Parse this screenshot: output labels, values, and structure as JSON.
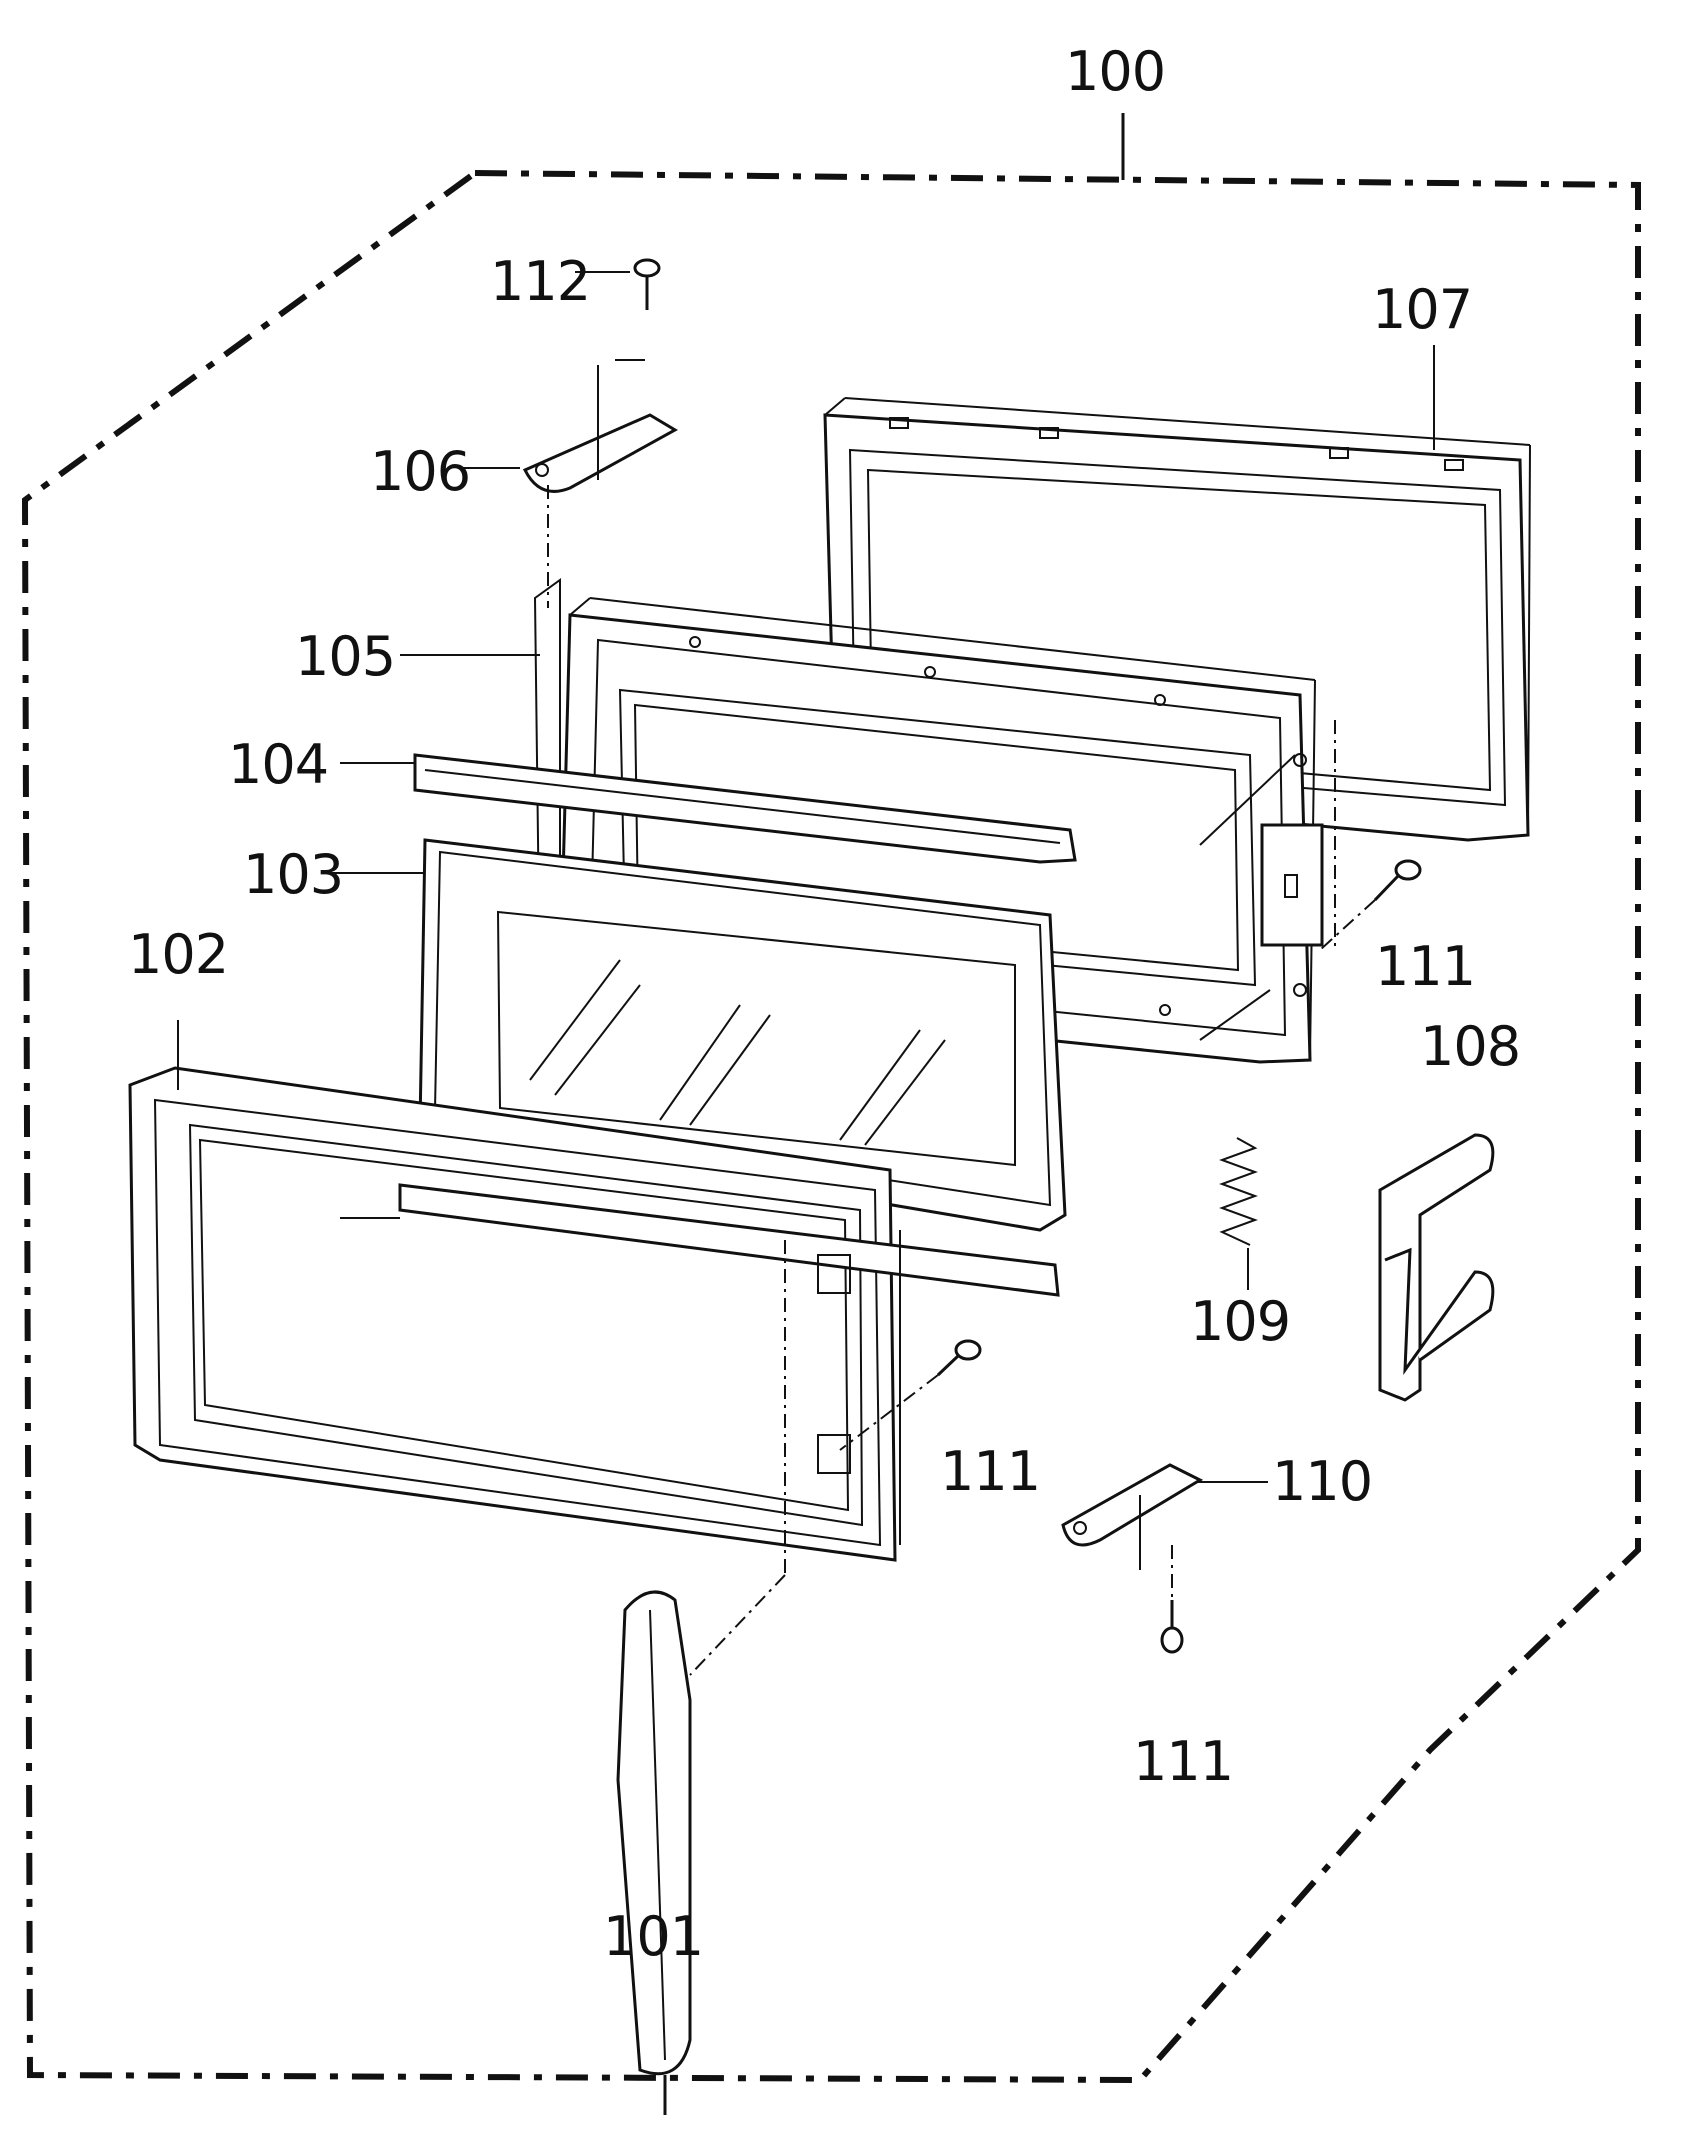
{
  "callouts": {
    "assembly": "100",
    "handle": "101",
    "door_frame": "102",
    "door_panel": "103",
    "strip": "104",
    "inner_door": "105",
    "hinge_top": "106",
    "choke_cover": "107",
    "latch_hook": "108",
    "spring": "109",
    "hinge_bottom": "110",
    "screw_a": "111",
    "screw_b": "111",
    "screw_c": "111",
    "screw_top": "112"
  }
}
